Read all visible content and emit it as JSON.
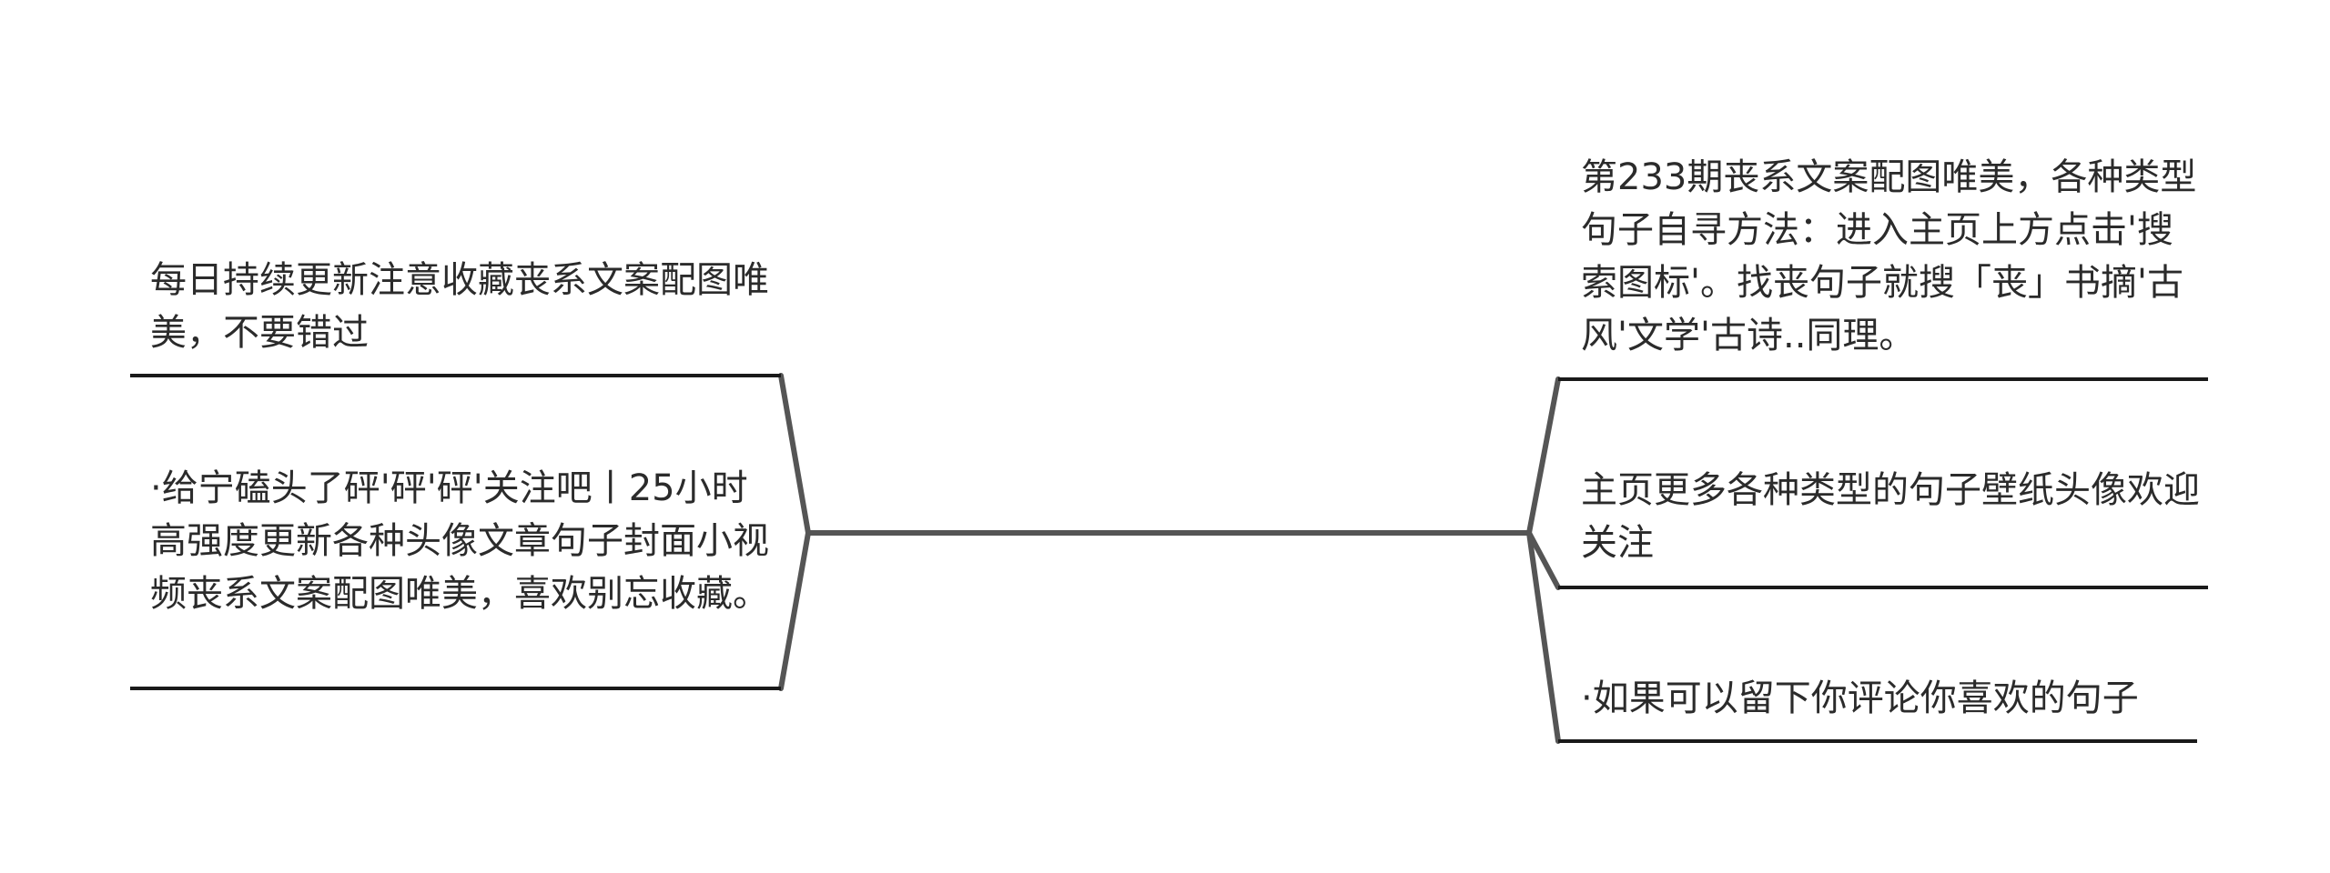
{
  "mindmap": {
    "colors": {
      "connector": "#555555",
      "underline": "#1a1a1a",
      "text": "#2b2b2b"
    },
    "left_nodes": [
      {
        "text": "每日持续更新注意收藏丧系文案配图唯美，不要错过"
      },
      {
        "text": "·给宁磕头了砰'砰'砰'关注吧丨25小时高强度更新各种头像文章句子封面小视频丧系文案配图唯美，喜欢别忘收藏。"
      }
    ],
    "right_nodes": [
      {
        "text": "第233期丧系文案配图唯美，各种类型句子自寻方法：进入主页上方点击'搜索图标'。找丧句子就搜「丧」书摘'古风'文学'古诗..同理。"
      },
      {
        "text": "主页更多各种类型的句子壁纸头像欢迎关注"
      },
      {
        "text": "·如果可以留下你评论你喜欢的句子"
      }
    ]
  }
}
